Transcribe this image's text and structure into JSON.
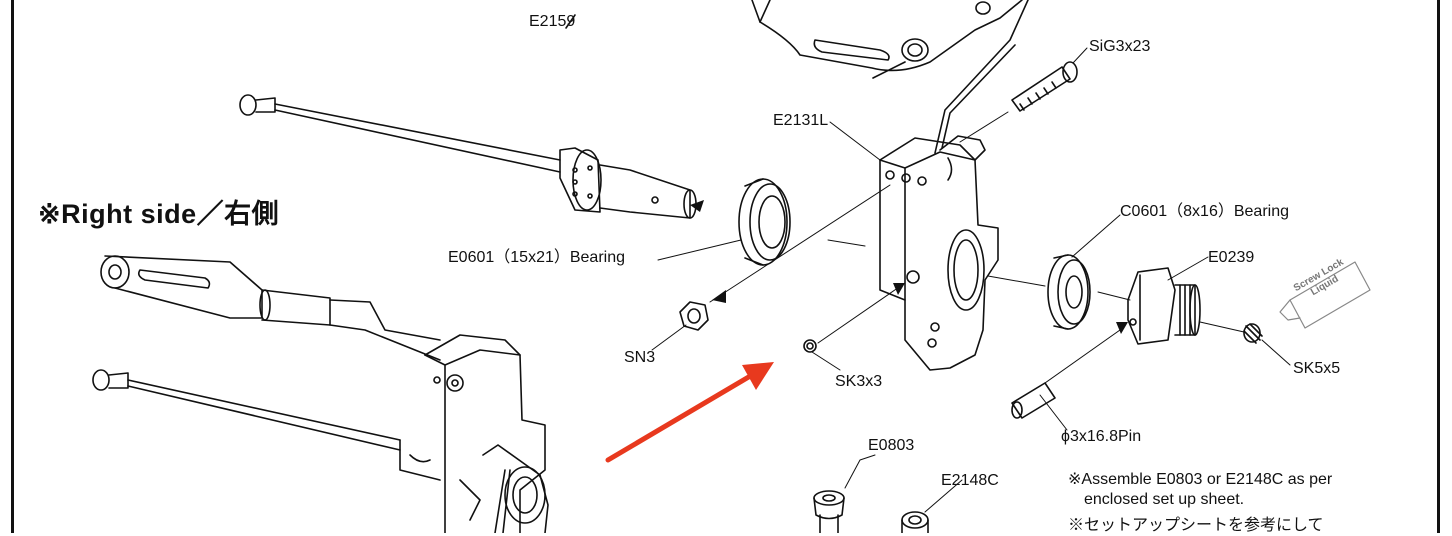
{
  "title": "※Right side／右側",
  "labels": {
    "e2159": "E2159",
    "sig3x23": "SiG3x23",
    "e2131l": "E2131L",
    "c0601": "C0601（8x16）Bearing",
    "e0601": "E0601（15x21）Bearing",
    "e0239": "E0239",
    "sn3": "SN3",
    "sk5x5": "SK5x5",
    "sk3x3": "SK3x3",
    "pin": "ϕ3x16.8Pin",
    "e0803": "E0803",
    "e2148c": "E2148C"
  },
  "liquid": {
    "line1": "Screw Lock",
    "line2": "Liquid"
  },
  "note": {
    "line1": "※Assemble E0803 or E2148C as per",
    "line2": "enclosed set up sheet.",
    "line3": "※セットアップシートを参考にして"
  },
  "colors": {
    "arrow": "#e8391e",
    "line": "#111111"
  }
}
